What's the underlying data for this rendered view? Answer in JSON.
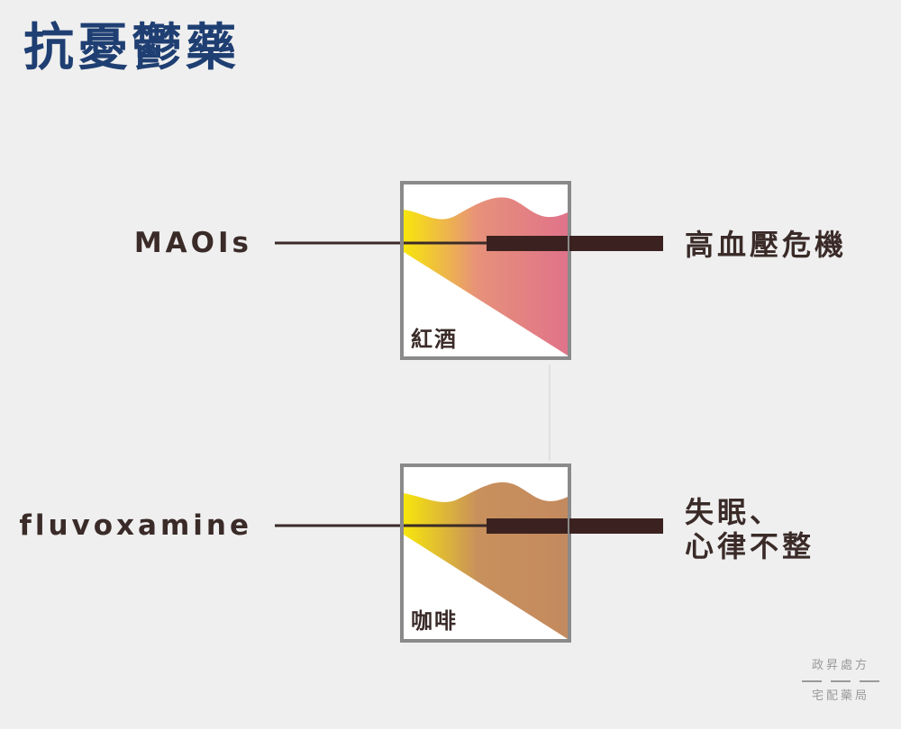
{
  "title": "抗憂鬱藥",
  "interactions": [
    {
      "drug": "MAOIs",
      "food": "紅酒",
      "effect_lines": [
        "高血壓危機"
      ],
      "colors": {
        "top": "#e0738a",
        "fade": "#f4e10a"
      }
    },
    {
      "drug": "fluvoxamine",
      "food": "咖啡",
      "effect_lines": [
        "失眠、",
        "心律不整"
      ],
      "colors": {
        "top": "#c48a5f",
        "fade": "#f4e10a"
      }
    }
  ],
  "brand": {
    "line1": "政昇處方",
    "line2": "宅配藥局"
  },
  "colors": {
    "title": "#1f3f73",
    "text": "#3a2b28",
    "frame": "#8a8a8a",
    "background": "#efefef"
  }
}
